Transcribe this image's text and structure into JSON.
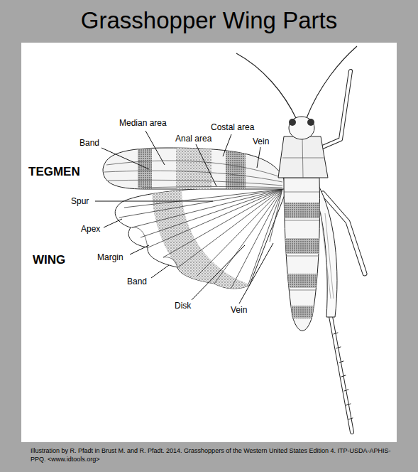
{
  "diagram": {
    "title": "Grasshopper Wing Parts",
    "caption": "Illustration by R. Pfadt in Brust M. and R. Pfadt. 2014. Grasshoppers of the Western United States Edition 4. ITP-USDA-APHIS-PPQ. <www.idtools.org>",
    "labels": [
      "Median area",
      "Costal area",
      "Anal area",
      "Vein",
      "Band",
      "TEGMEN",
      "Spur",
      "Apex",
      "Margin",
      "WING",
      "Band",
      "Disk",
      "Vein"
    ]
  }
}
